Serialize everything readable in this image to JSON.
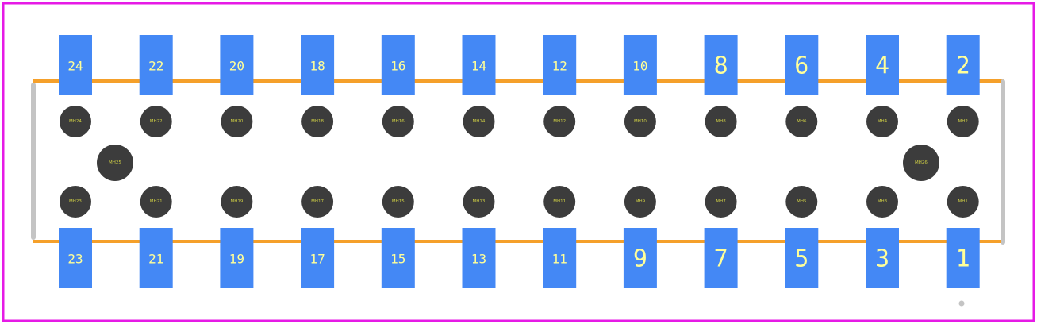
{
  "colors": {
    "border": "#e61ae6",
    "pad": "#4488f5",
    "hole": "#3c3c3c",
    "silkscreen": "#f5a02a",
    "courtyard": "#c4c4c4",
    "pad_label": "#ffff99",
    "hole_label": "#cccc44",
    "origin_marker": "#c4c4c4"
  },
  "top_pads": [
    "24",
    "22",
    "20",
    "18",
    "16",
    "14",
    "12",
    "10",
    "8",
    "6",
    "4",
    "2"
  ],
  "bottom_pads": [
    "23",
    "21",
    "19",
    "17",
    "15",
    "13",
    "11",
    "9",
    "7",
    "5",
    "3",
    "1"
  ],
  "top_holes": [
    "MH24",
    "MH22",
    "MH20",
    "MH18",
    "MH16",
    "MH14",
    "MH12",
    "MH10",
    "MH8",
    "MH6",
    "MH4",
    "MH2"
  ],
  "bottom_holes": [
    "MH23",
    "MH21",
    "MH19",
    "MH17",
    "MH15",
    "MH13",
    "MH11",
    "MH9",
    "MH7",
    "MH5",
    "MH3",
    "MH1"
  ],
  "mount_holes": [
    "MH25",
    "MH26"
  ]
}
